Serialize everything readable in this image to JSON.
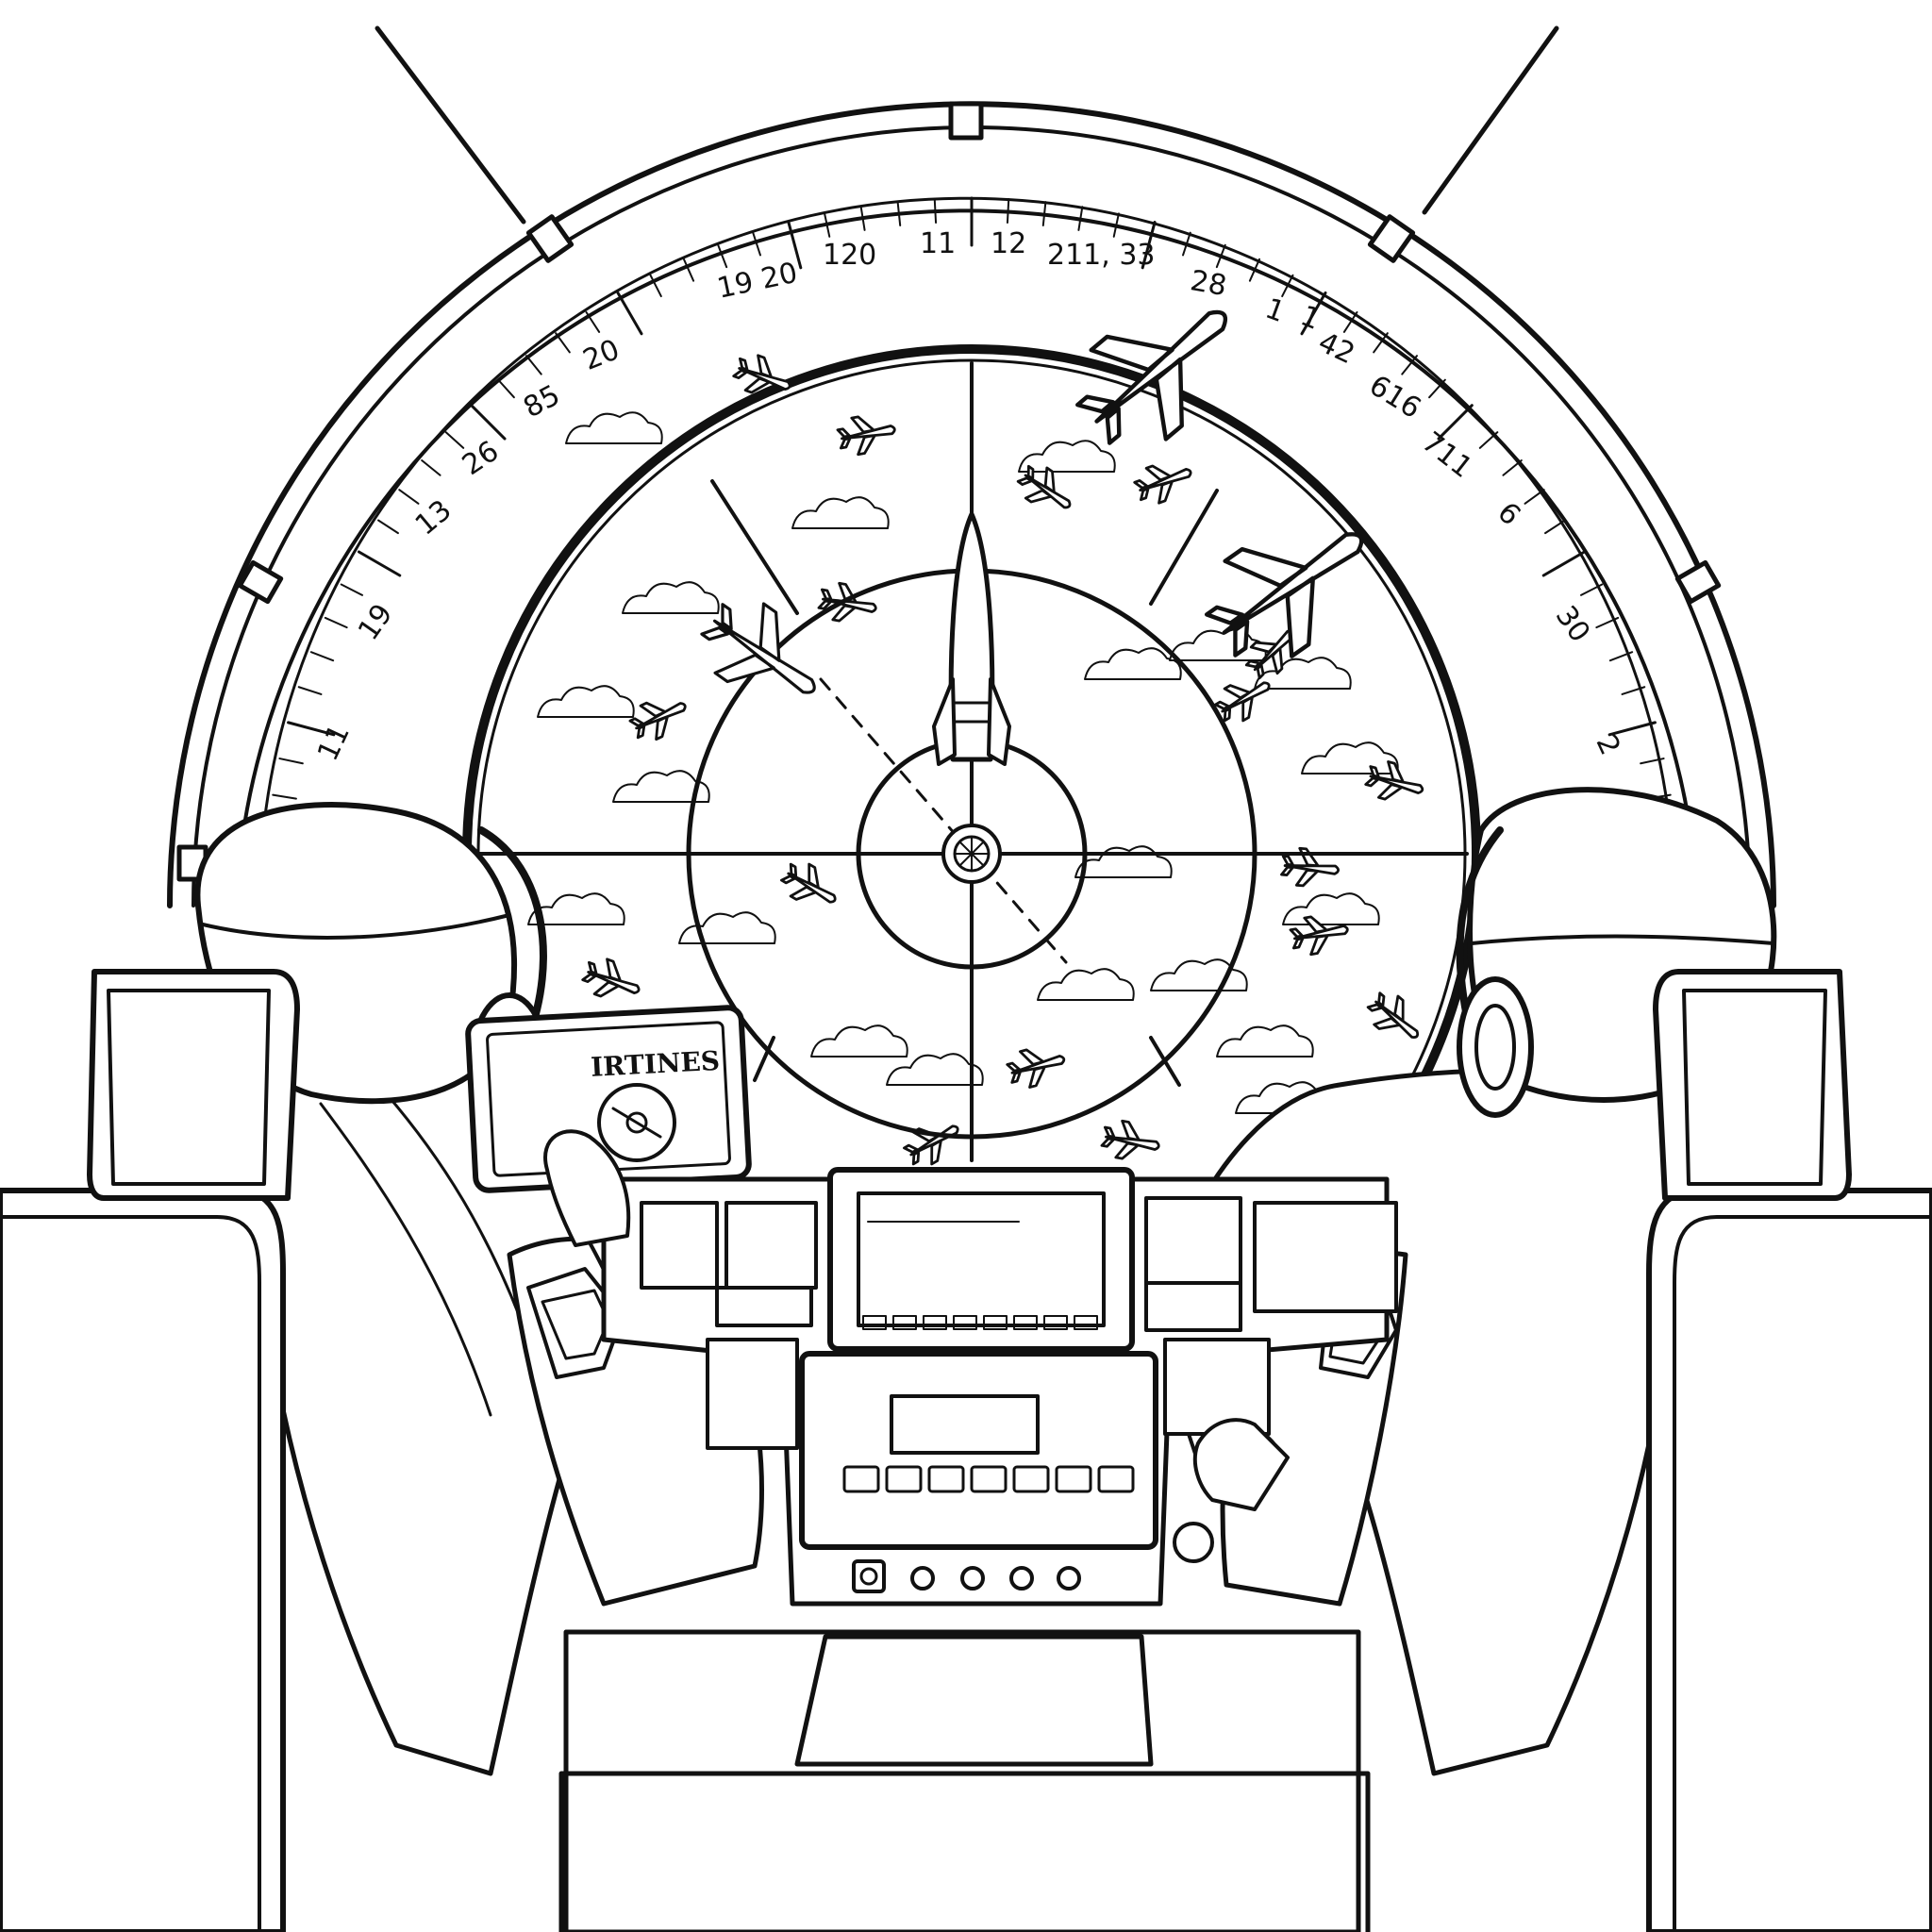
{
  "palette": {
    "ink": "#111111",
    "paper": "#ffffff"
  },
  "dial": {
    "labels": [
      "19 20",
      "120",
      "11",
      "12",
      "211, 33",
      "28",
      "20",
      "85",
      "26",
      "13",
      "19",
      "11",
      "1",
      "42",
      "616",
      "711",
      "6",
      "30",
      "2",
      "1"
    ]
  },
  "tablet": {
    "title": "IRTINES"
  },
  "icons": [
    "airplane-icon",
    "cloud-icon",
    "headset-icon",
    "shoulder-patch-icon"
  ]
}
